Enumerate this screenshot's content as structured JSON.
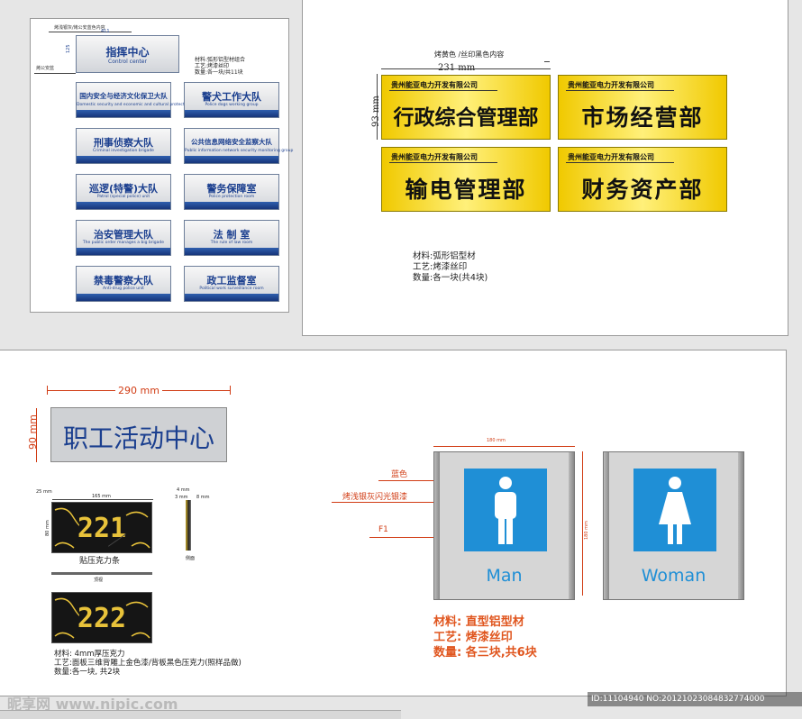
{
  "panel1": {
    "top_note": "烤浅银灰/烤公安蓝色内容",
    "dim_width": "411",
    "dim_height": "125",
    "side_note": "烤公安蓝",
    "header_sign": {
      "cn": "指挥中心",
      "en": "Control center"
    },
    "spec": [
      "材料:弧形铝型材组合",
      "工艺:烤漆丝印",
      "数量:各一块/共11块"
    ],
    "signs": [
      {
        "cn": "国内安全与经济文化保卫大队",
        "en": "Domestic security and economic and cultural protection brigade"
      },
      {
        "cn": "警犬工作大队",
        "en": "Police dogs working group"
      },
      {
        "cn": "刑事侦察大队",
        "en": "Criminal investigation brigade"
      },
      {
        "cn": "公共信息网络安全监察大队",
        "en": "Public information network security monitoring group"
      },
      {
        "cn": "巡逻(特警)大队",
        "en": "Patrol (special police) unit"
      },
      {
        "cn": "警务保障室",
        "en": "Police protection room"
      },
      {
        "cn": "治安管理大队",
        "en": "The public order manages a big brigade"
      },
      {
        "cn": "法 制 室",
        "en": "The rule of law room"
      },
      {
        "cn": "禁毒警察大队",
        "en": "Anti-drug police unit"
      },
      {
        "cn": "政工监督室",
        "en": "Political work surveillance room"
      }
    ]
  },
  "panel2": {
    "note": "烤黄色 /丝印黑色内容",
    "dim_width": "231 mm",
    "dim_height": "93 mm",
    "company": "贵州能亚电力开发有限公司",
    "depts": [
      "行政综合管理部",
      "市场经营部",
      "输电管理部",
      "财务资产部"
    ],
    "spec": [
      "材料:弧形铝型材",
      "工艺:烤漆丝印",
      "数量:各一块(共4块)"
    ]
  },
  "panel3": {
    "dim_width": "290 mm",
    "dim_height": "90 mm",
    "center_sign": "职工活动中心",
    "plate_dims": {
      "left": "25 mm",
      "width": "165 mm",
      "height": "80 mm",
      "side_a": "4 mm",
      "side_b": "3 mm",
      "side_c": "8 mm"
    },
    "plate_label": "贴压克力条",
    "top_view": "顶视",
    "side_view": "侧面",
    "plates": [
      "221",
      "222"
    ],
    "spec": [
      "材料: 4mm厚压克力",
      "工艺:面板三维背雕上金色漆/背板黑色压克力(照样品做)",
      "数量:各一块, 共2块"
    ],
    "wc_dim_width": "180 mm",
    "wc_dim_height": "180 mm",
    "callouts": [
      "蓝色",
      "烤浅银灰闪光银漆",
      "F1"
    ],
    "wc_signs": [
      {
        "label": "Man",
        "icon": "man-icon"
      },
      {
        "label": "Woman",
        "icon": "woman-icon"
      }
    ],
    "wc_spec": [
      "材料: 直型铝型材",
      "工艺: 烤漆丝印",
      "数量: 各三块,共6块"
    ]
  },
  "watermark": {
    "logo": "昵享网 www.nipic.com",
    "id_text": "ID:11104940 NO:20121023084832774000"
  }
}
